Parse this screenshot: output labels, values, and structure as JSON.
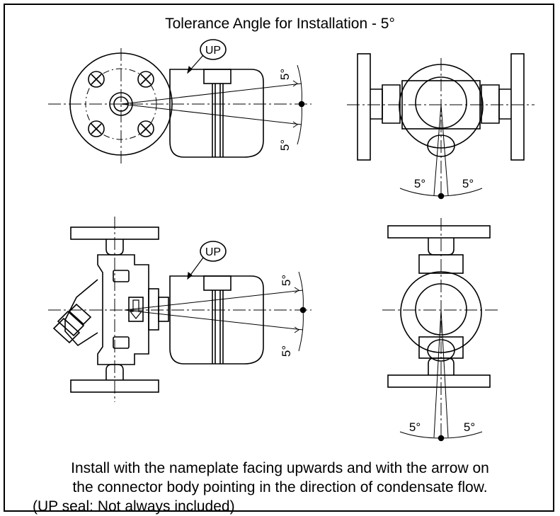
{
  "title": "Tolerance Angle for Installation - 5°",
  "labels": {
    "up_seal": "UP",
    "angle": "5°"
  },
  "caption": {
    "line1": "Install with the nameplate facing upwards and with the arrow on",
    "line2": "the connector body pointing in the direction of condensate flow.",
    "line3": "(UP seal: Not always included)"
  },
  "colors": {
    "line": "#000000",
    "background": "#ffffff"
  }
}
